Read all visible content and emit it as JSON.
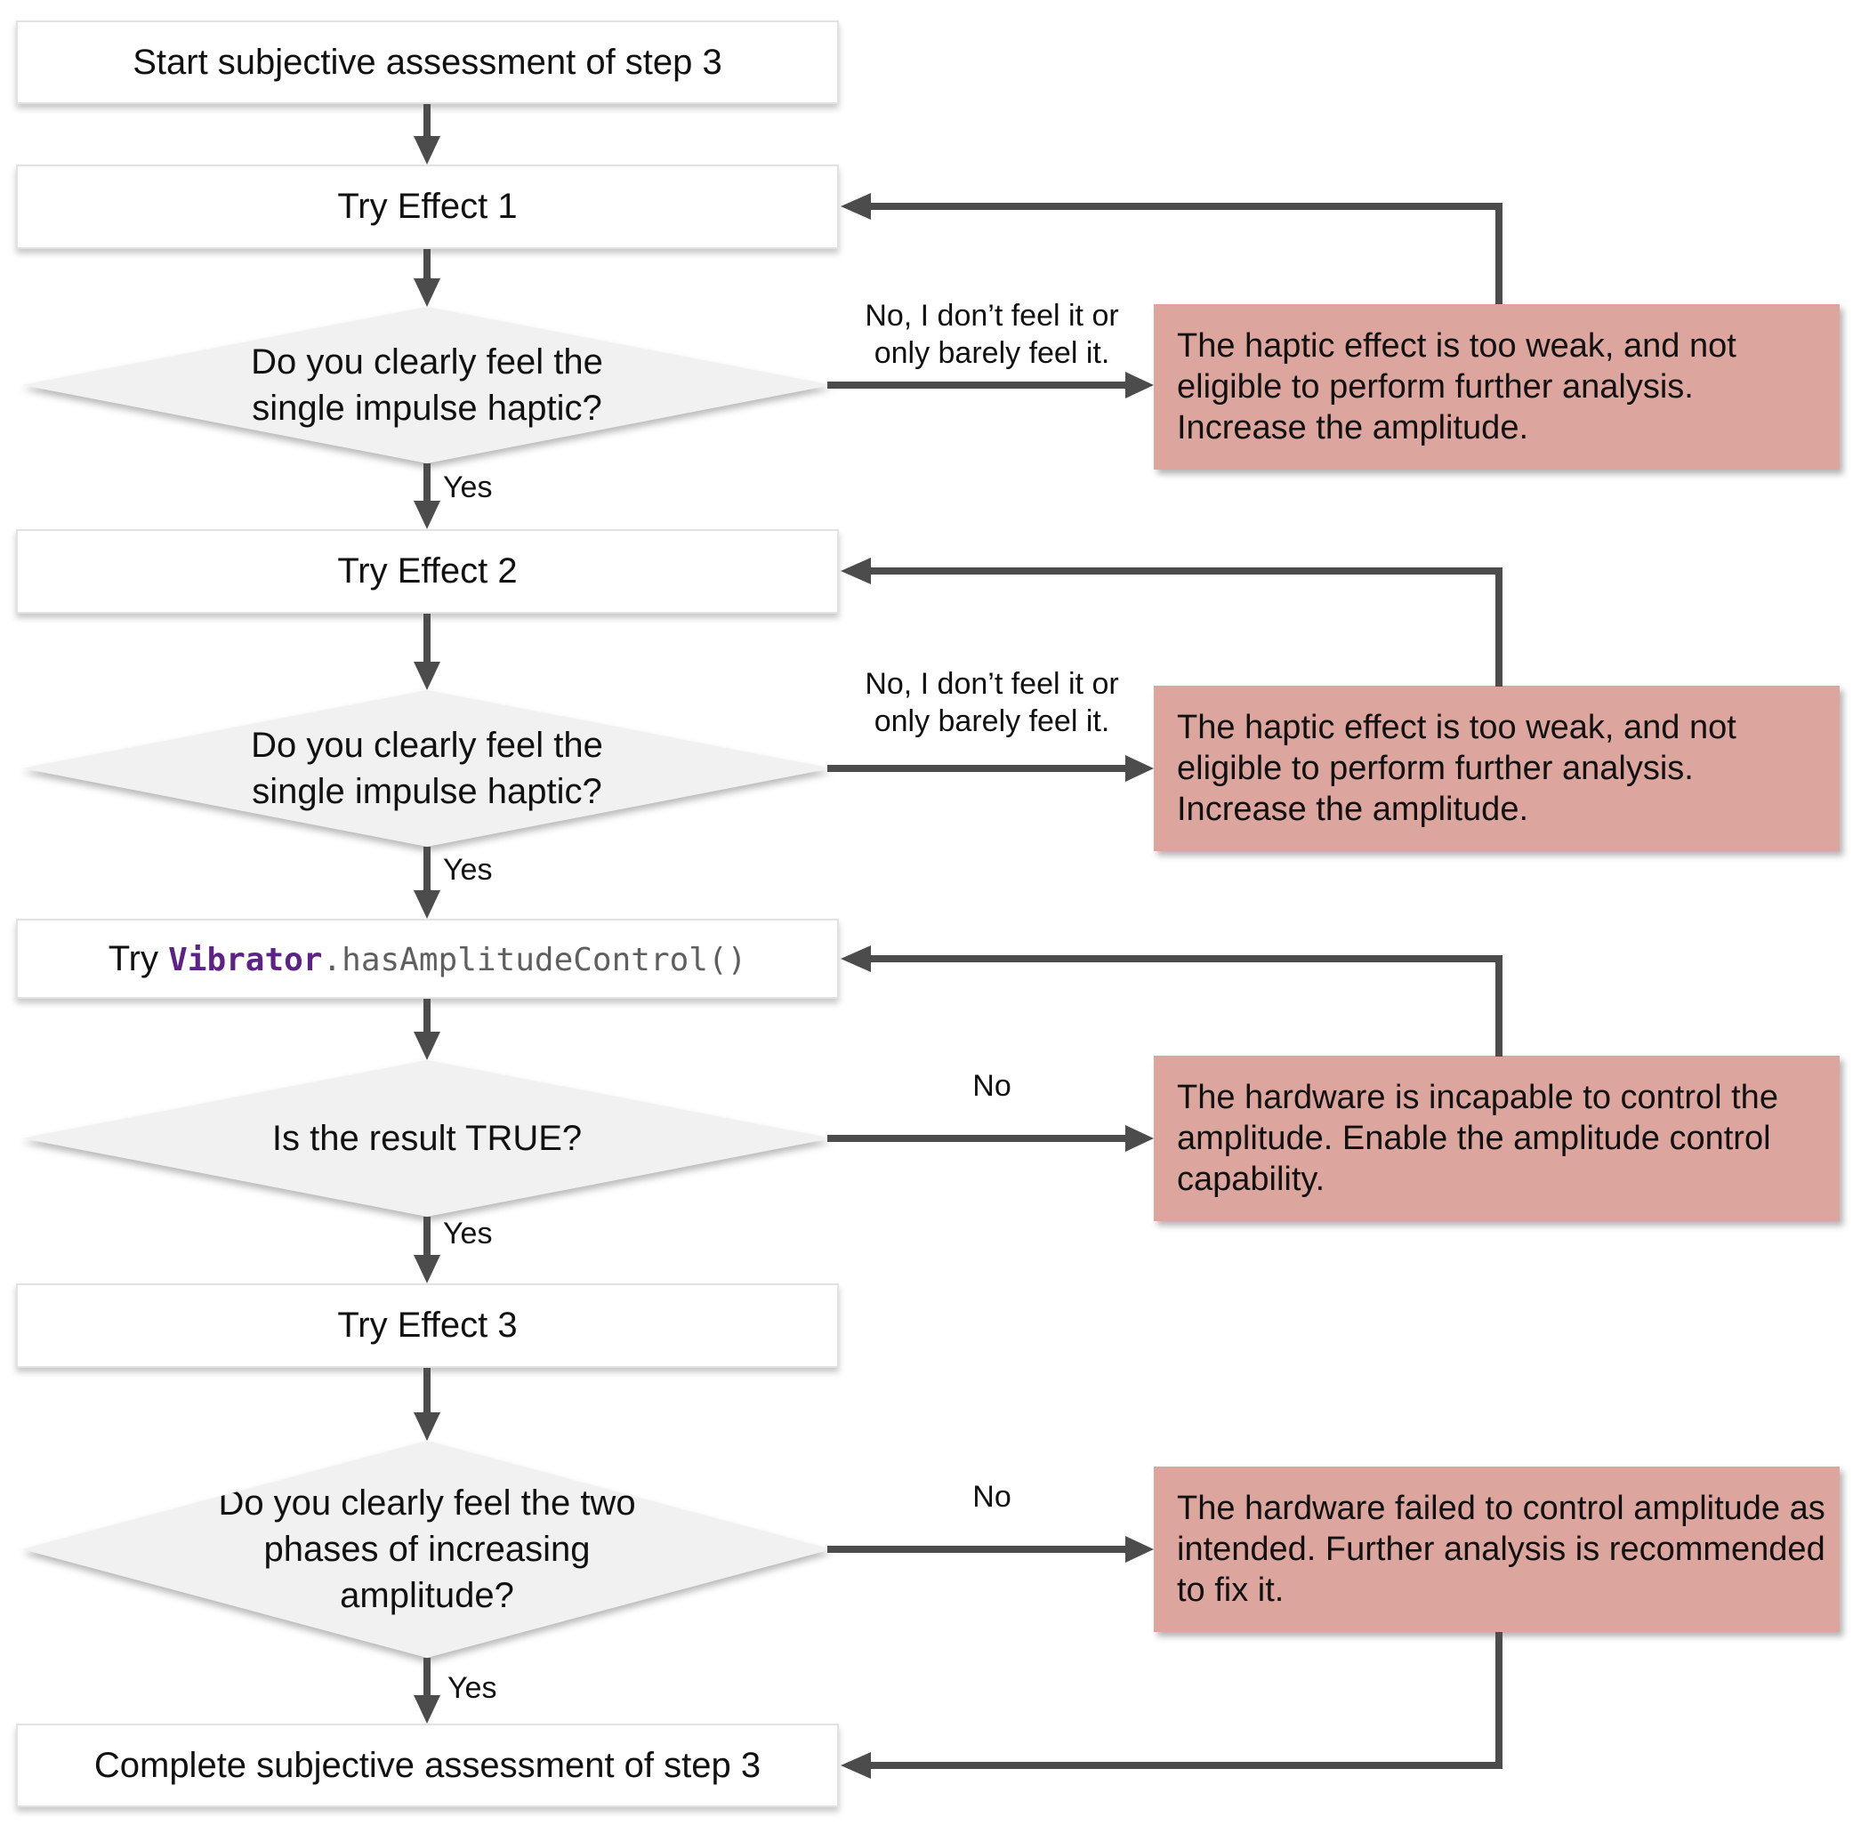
{
  "flowchart": {
    "nodes": {
      "start": "Start subjective assessment of step 3",
      "try1": "Try Effect 1",
      "try2": "Try Effect 2",
      "try3": "Try Effect 3",
      "complete": "Complete subjective assessment of step 3"
    },
    "code": {
      "prefix": "Try ",
      "class": "Vibrator",
      "method": ".hasAmplitudeControl()"
    },
    "decisions": {
      "d1": [
        "Do you clearly feel the",
        "single impulse haptic?"
      ],
      "d2": [
        "Do you clearly feel the",
        "single impulse haptic?"
      ],
      "d3": "Is the result TRUE?",
      "d4": [
        "Do you clearly feel the two",
        "phases of increasing",
        "amplitude?"
      ]
    },
    "labels": {
      "yes": "Yes",
      "no": "No",
      "no_weak": [
        "No, I don’t feel it or",
        "only barely feel it."
      ]
    },
    "alerts": {
      "weak1": [
        "The haptic effect is too weak, and not",
        "eligible to perform further analysis.",
        "Increase the amplitude."
      ],
      "weak2": [
        "The haptic effect is too weak, and not",
        "eligible to perform further analysis.",
        "Increase the amplitude."
      ],
      "incapable": [
        "The hardware is incapable to control the",
        "amplitude. Enable the amplitude control",
        "capability."
      ],
      "failed": [
        "The hardware failed to control amplitude as",
        "intended. Further analysis is recommended",
        "to fix it."
      ]
    },
    "colors": {
      "connector": "#4c4c4c",
      "process_fill": "#ffffff",
      "process_border": "#e2e2e2",
      "decision_fill": "#f1f1f1",
      "alert_fill": "#dca69e",
      "code_class_color": "#5d2288",
      "code_method_color": "#5f5f5f",
      "text_color": "#111111"
    }
  }
}
